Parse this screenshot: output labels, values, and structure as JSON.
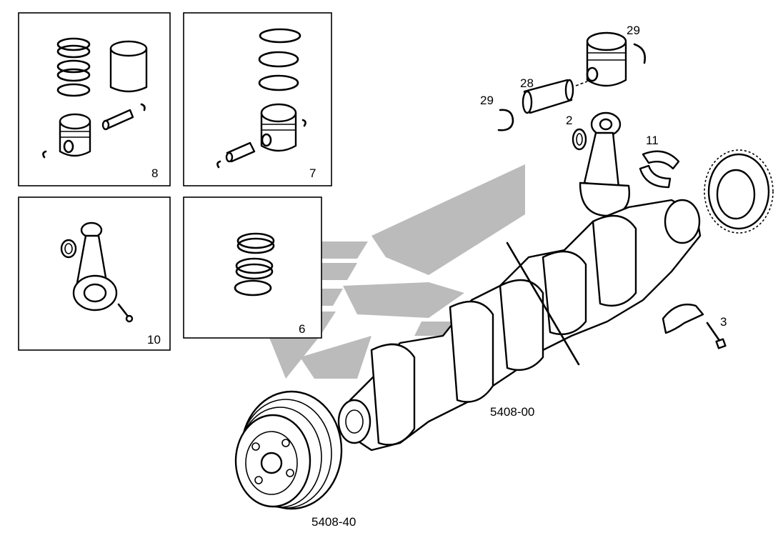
{
  "diagram": {
    "callouts": {
      "c29_top": "29",
      "c28": "28",
      "c29_left": "29",
      "c2": "2",
      "c11": "11",
      "c3": "3"
    },
    "insets": {
      "box8": "8",
      "box7": "7",
      "box10": "10",
      "box6": "6"
    },
    "part_numbers": {
      "crankshaft": "5408-00",
      "pulley": "5408-40"
    },
    "colors": {
      "line": "#000000",
      "watermark": "#b4b4b4",
      "background": "#ffffff"
    }
  }
}
